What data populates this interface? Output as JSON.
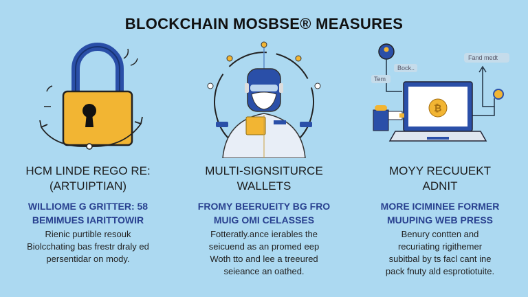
{
  "title": "BLOCKCHAIN MOSBSE® MEASURES",
  "columns": [
    {
      "heading": [
        "HCM LINDE REGO RE:",
        "(ARTUIPTIAN)"
      ],
      "subheading": [
        "WILLIOME G GRITTER: 58",
        "BEMIMUES IARITTOWIR"
      ],
      "body": [
        "Rienic purtible resouk",
        "Biolcchating bas frestr draly ed",
        "persentidar on mody."
      ]
    },
    {
      "heading": [
        "MULTI-SIGNSITURCE",
        "WALLETS"
      ],
      "subheading": [
        "FROMY BEERUEITY BG FRO",
        "MUIG OMI CELASSES"
      ],
      "body": [
        "Fotteratly.ance ierables the",
        "seicuend as an promed eep",
        "Woth tto and lee a treeured",
        "seieance an oathed."
      ]
    },
    {
      "heading": [
        "MOYY RECUUEKT",
        "ADNIT"
      ],
      "subheading": [
        "MORE ICIMINEE FORMER",
        "MUUPING WEB PRESS"
      ],
      "body": [
        "Benury contten and",
        "recuriating rigithemer",
        "subitbal by ts facl cant ine",
        "pack fnuty ald esprotiotuite."
      ]
    }
  ],
  "diagram_labels": {
    "tag1": "Tem",
    "tag2": "Bock..",
    "tag3": "Fand medt"
  },
  "colors": {
    "background": "#acd9f1",
    "accent_blue": "#2a4fa8",
    "gold": "#f2b533",
    "subheading": "#28408f"
  }
}
